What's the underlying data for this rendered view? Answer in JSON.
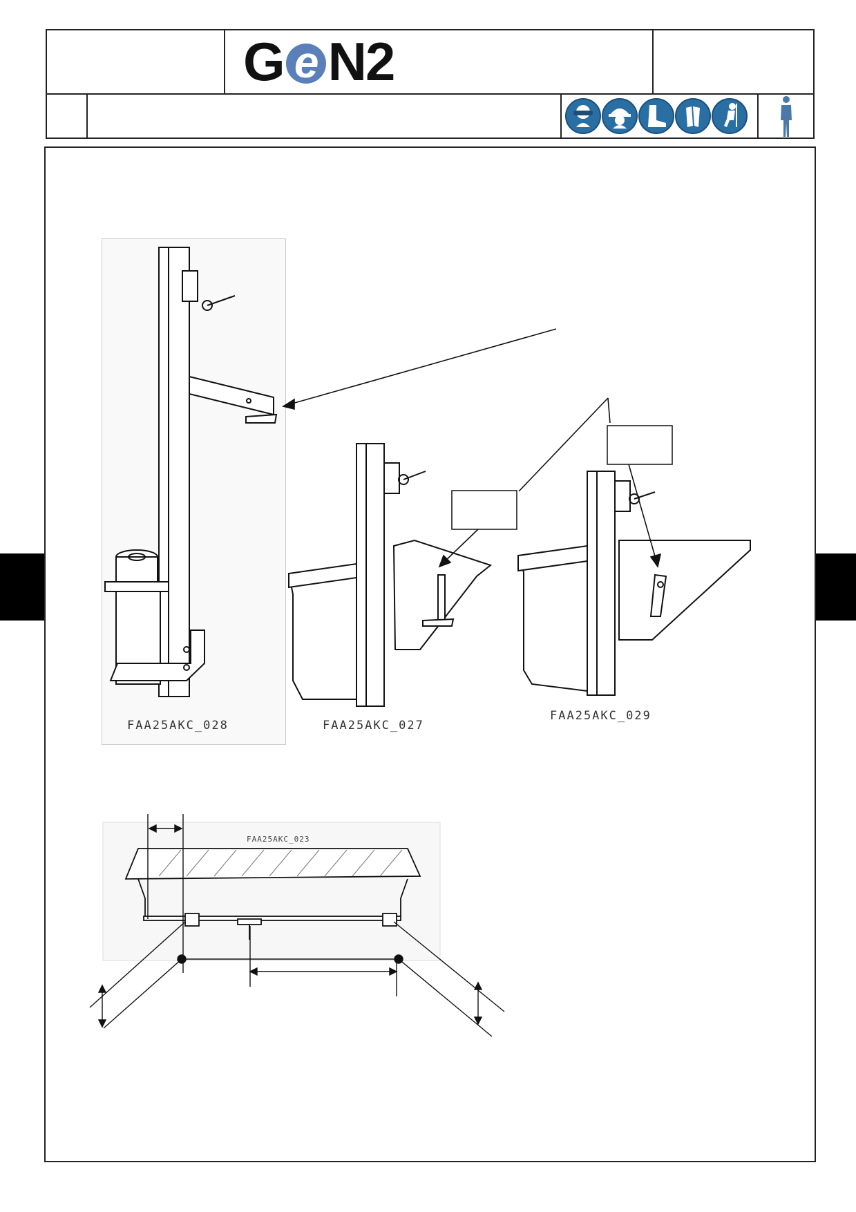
{
  "header": {
    "logo": {
      "prefix": "G",
      "e": "e",
      "suffix": "N2"
    },
    "ppe_icons": [
      "safety-glasses-icon",
      "hard-hat-icon",
      "safety-boots-icon",
      "gloves-icon",
      "fall-harness-icon"
    ],
    "person_icon": "person-icon"
  },
  "figures": {
    "fig1_caption": "FAA25AKC_028",
    "fig2_caption": "FAA25AKC_027",
    "fig3_caption": "FAA25AKC_029",
    "plan_caption": "FAA25AKC_023"
  },
  "colors": {
    "ppe_blue": "#2a6fa3",
    "logo_blue": "#5b7fb8"
  }
}
